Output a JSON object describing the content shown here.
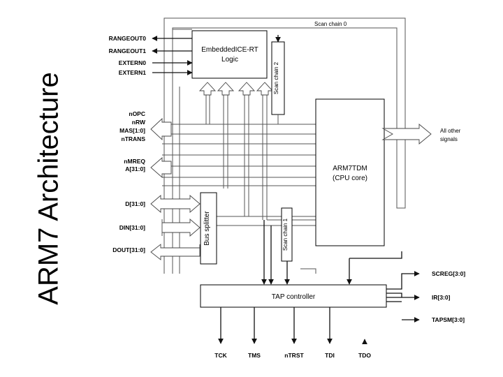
{
  "slide": {
    "title": "ARM7 Architecture"
  },
  "blocks": {
    "ice": [
      "EmbeddedICE-RT",
      "Logic"
    ],
    "scan2": "Scan chain 2",
    "scan0": "Scan chain 0",
    "scan1": "Scan chain 1",
    "core": [
      "ARM7TDM",
      "(CPU core)"
    ],
    "bus_splitter": "Bus splitter",
    "tap": "TAP controller"
  },
  "ice_signals": [
    "RANGEOUT0",
    "RANGEOUT1",
    "EXTERN0",
    "EXTERN1"
  ],
  "control_signals": [
    "nOPC",
    "nRW",
    "MAS[1:0]",
    "nTRANS"
  ],
  "mem_signals": [
    "nMREQ",
    "A[31:0]"
  ],
  "data_signals": [
    "D[31:0]",
    "DIN[31:0]",
    "DOUT[31:0]"
  ],
  "other_signals": [
    "All other",
    "signals"
  ],
  "tap_outputs": [
    "SCREG[3:0]",
    "IR[3:0]",
    "TAPSM[3:0]"
  ],
  "jtag_signals": [
    "TCK",
    "TMS",
    "nTRST",
    "TDI",
    "TDO"
  ]
}
